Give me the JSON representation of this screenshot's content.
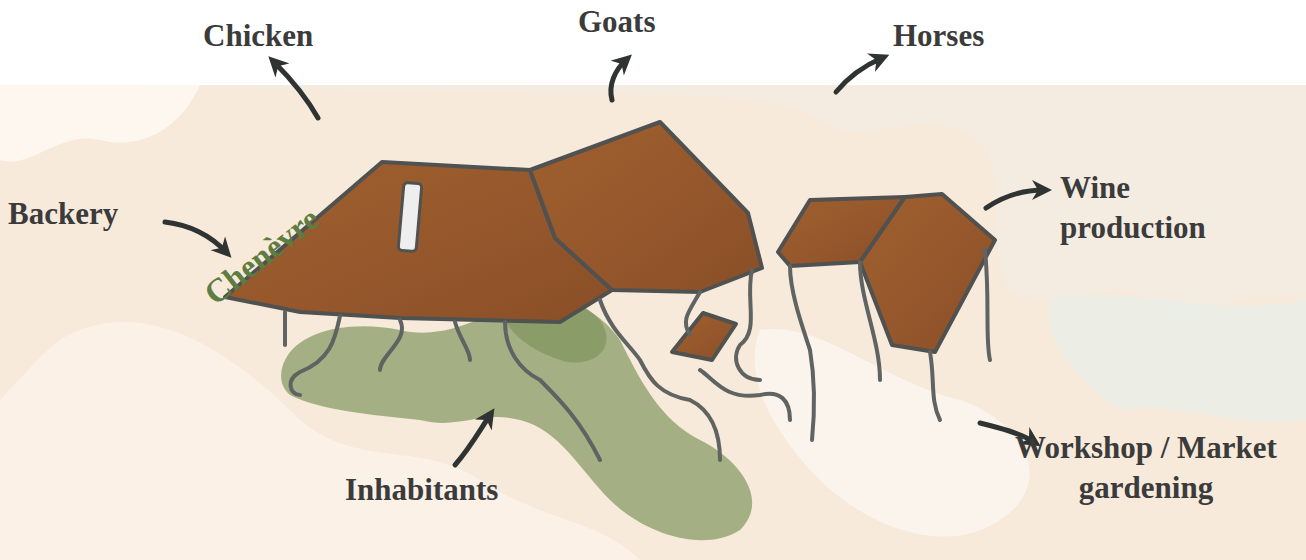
{
  "diagram": {
    "labels": [
      "Chicken",
      "Goats",
      "Horses",
      "Backery",
      "Chenèvre",
      "Wine production",
      "Inhabitants",
      "Workshop / Market gardening"
    ]
  }
}
